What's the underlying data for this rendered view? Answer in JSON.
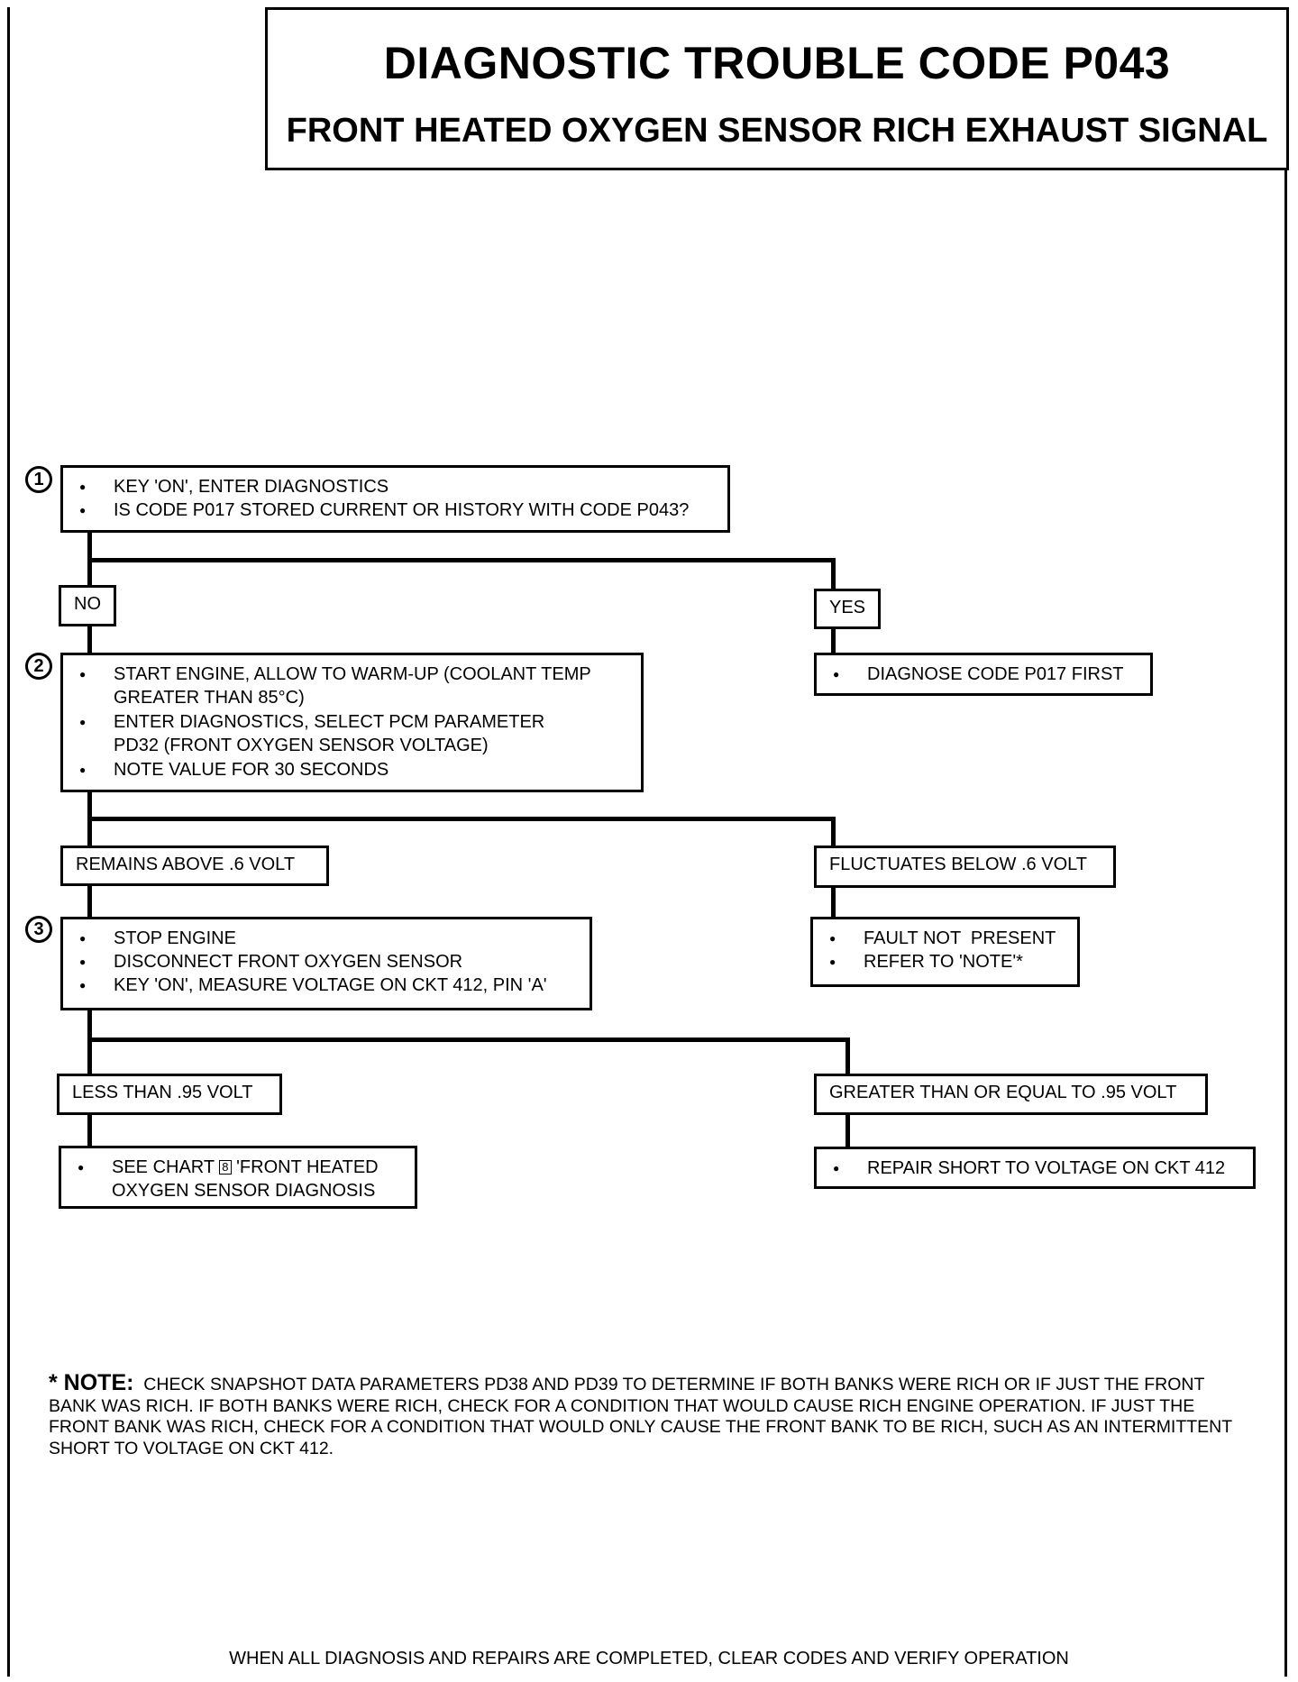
{
  "header": {
    "title": "DIAGNOSTIC TROUBLE CODE P043",
    "subtitle": "FRONT HEATED OXYGEN SENSOR RICH EXHAUST SIGNAL"
  },
  "steps": {
    "step1": {
      "number": "1",
      "items": [
        "KEY 'ON', ENTER DIAGNOSTICS",
        "IS CODE P017 STORED CURRENT OR HISTORY WITH CODE P043?"
      ]
    },
    "branch1": {
      "no": "NO",
      "yes": "YES"
    },
    "yes_action": {
      "items": [
        "DIAGNOSE CODE P017 FIRST"
      ]
    },
    "step2": {
      "number": "2",
      "items": [
        "START ENGINE, ALLOW TO WARM-UP (COOLANT TEMP GREATER THAN 85°C)",
        "ENTER DIAGNOSTICS, SELECT PCM PARAMETER PD32 (FRONT OXYGEN SENSOR VOLTAGE)",
        "NOTE VALUE FOR 30 SECONDS"
      ]
    },
    "branch2": {
      "left": "REMAINS ABOVE .6 VOLT",
      "right": "FLUCTUATES BELOW .6 VOLT"
    },
    "fluctuate_action": {
      "items": [
        "FAULT NOT  PRESENT",
        "REFER TO 'NOTE'*"
      ]
    },
    "step3": {
      "number": "3",
      "items": [
        "STOP ENGINE",
        "DISCONNECT FRONT OXYGEN SENSOR",
        "KEY 'ON', MEASURE VOLTAGE ON CKT 412, PIN 'A'"
      ]
    },
    "branch3": {
      "left": "LESS THAN .95 VOLT",
      "right": "GREATER THAN OR EQUAL TO .95 VOLT"
    },
    "less_action": {
      "line1": "SEE CHART ",
      "chart_ref": "8",
      "line1_rest": " 'FRONT HEATED",
      "line2": "OXYGEN SENSOR DIAGNOSIS"
    },
    "greater_action": {
      "items": [
        "REPAIR SHORT TO VOLTAGE ON CKT 412"
      ]
    }
  },
  "note": {
    "heading": "* NOTE:",
    "text": "CHECK SNAPSHOT DATA PARAMETERS PD38 AND PD39 TO DETERMINE IF BOTH BANKS WERE RICH OR IF JUST THE FRONT BANK WAS RICH. IF BOTH BANKS WERE RICH, CHECK FOR A CONDITION THAT WOULD CAUSE RICH ENGINE OPERATION. IF JUST THE FRONT BANK WAS RICH, CHECK FOR A CONDITION THAT WOULD ONLY CAUSE THE FRONT BANK TO BE RICH, SUCH AS AN INTERMITTENT SHORT TO VOLTAGE ON CKT 412."
  },
  "footer": "WHEN ALL DIAGNOSIS AND REPAIRS ARE COMPLETED, CLEAR CODES AND VERIFY OPERATION"
}
